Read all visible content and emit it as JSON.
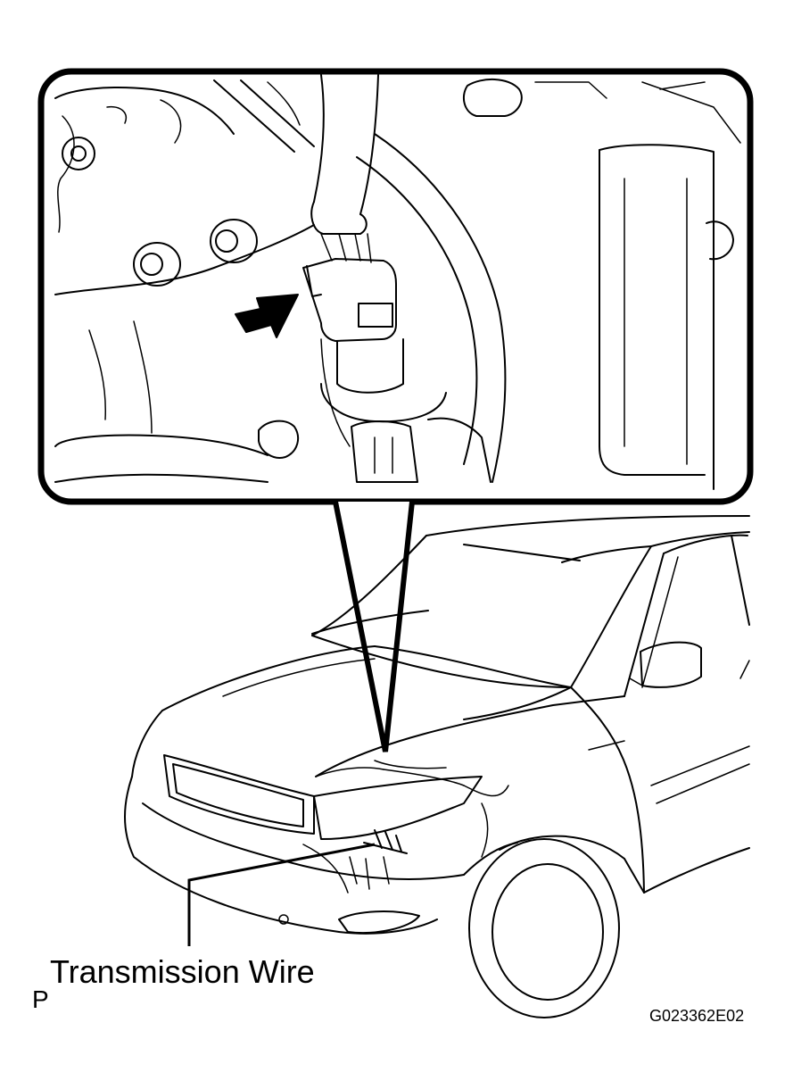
{
  "diagram": {
    "callout_label": "Transmission Wire",
    "corner_mark": "P",
    "figure_id": "G023362E02"
  },
  "colors": {
    "line": "#000000",
    "background": "#ffffff"
  },
  "icons": {
    "pointer": "arrow-icon"
  }
}
